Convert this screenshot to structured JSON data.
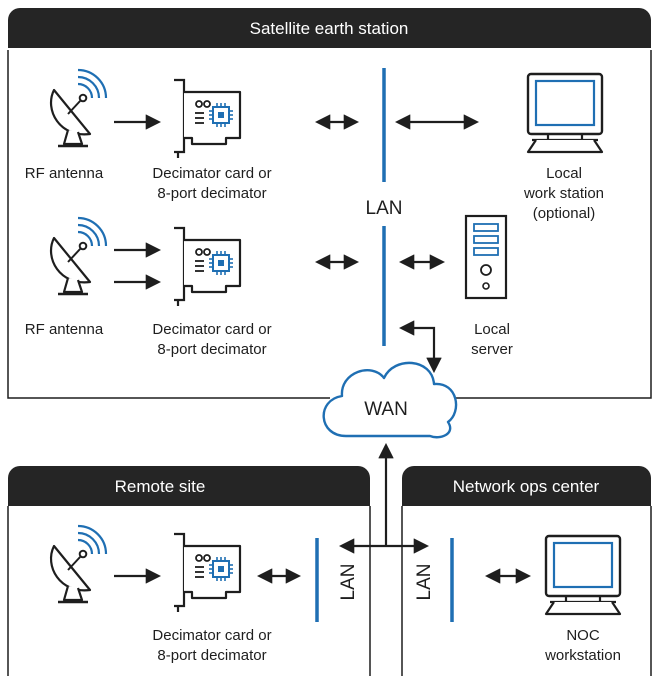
{
  "colors": {
    "header_bg": "#252525",
    "header_text": "#ffffff",
    "lan_line": "#1f6fb3",
    "stroke": "#1e1e1e",
    "chip": "#1f6fb3"
  },
  "earth_station": {
    "title": "Satellite earth station",
    "row1": {
      "antenna": "RF antenna",
      "card_line1": "Decimator card or",
      "card_line2": "8-port decimator"
    },
    "row2": {
      "antenna": "RF antenna",
      "card_line1": "Decimator card or",
      "card_line2": "8-port decimator"
    },
    "lan": "LAN",
    "workstation_line1": "Local",
    "workstation_line2": "work station",
    "workstation_line3": "(optional)",
    "server_line1": "Local",
    "server_line2": "server"
  },
  "wan": "WAN",
  "remote_site": {
    "title": "Remote site",
    "card_line1": "Decimator card or",
    "card_line2": "8-port decimator",
    "lan": "LAN"
  },
  "noc": {
    "title": "Network ops center",
    "lan": "LAN",
    "workstation_line1": "NOC",
    "workstation_line2": "workstation"
  },
  "icons": [
    "satellite-dish-icon",
    "decimator-card-icon",
    "monitor-icon",
    "server-tower-icon",
    "cloud-icon"
  ]
}
